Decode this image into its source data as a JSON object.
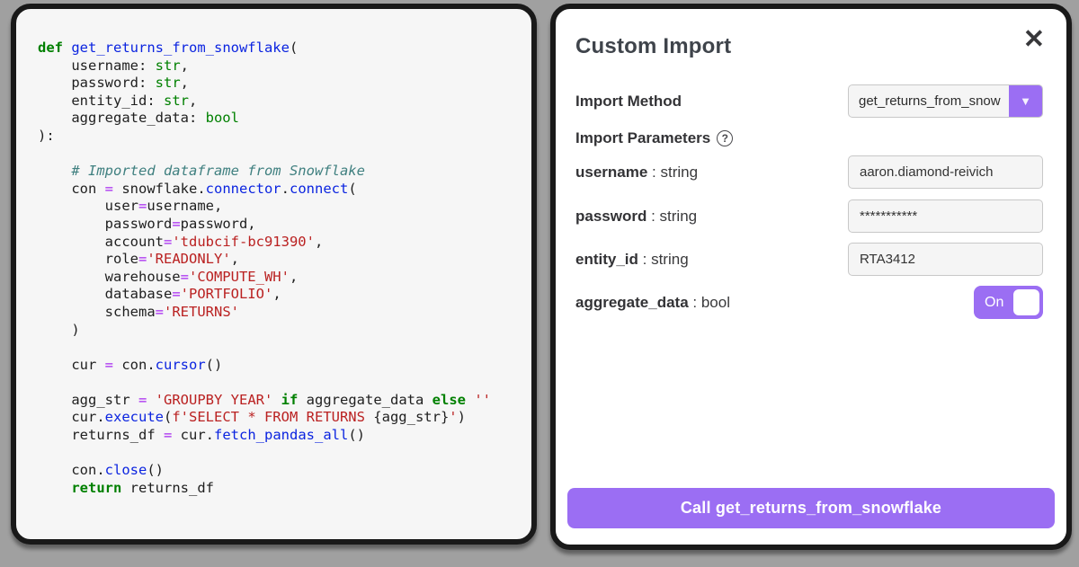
{
  "colors": {
    "accent_purple": "#9b6ef3",
    "page_background": "#a0a0a0",
    "card_border": "#191919",
    "code_keyword_green": "#008000",
    "code_function_blue": "#0b24e0",
    "code_string_red": "#ba2121",
    "code_operator_purple": "#a625f0",
    "code_comment_teal": "#408080"
  },
  "code_panel": {
    "lines": [
      [
        [
          "k",
          "def"
        ],
        [
          "p",
          " "
        ],
        [
          "f",
          "get_returns_from_snowflake"
        ],
        [
          "p",
          "("
        ]
      ],
      [
        [
          "p",
          "    username: "
        ],
        [
          "n",
          "str"
        ],
        [
          "p",
          ","
        ]
      ],
      [
        [
          "p",
          "    password: "
        ],
        [
          "n",
          "str"
        ],
        [
          "p",
          ","
        ]
      ],
      [
        [
          "p",
          "    entity_id: "
        ],
        [
          "n",
          "str"
        ],
        [
          "p",
          ","
        ]
      ],
      [
        [
          "p",
          "    aggregate_data: "
        ],
        [
          "n",
          "bool"
        ]
      ],
      [
        [
          "p",
          "):"
        ]
      ],
      [],
      [
        [
          "c",
          "    # Imported dataframe from Snowflake"
        ]
      ],
      [
        [
          "p",
          "    con "
        ],
        [
          "o",
          "="
        ],
        [
          "p",
          " snowflake."
        ],
        [
          "f",
          "connector"
        ],
        [
          "p",
          "."
        ],
        [
          "f",
          "connect"
        ],
        [
          "p",
          "("
        ]
      ],
      [
        [
          "p",
          "        user"
        ],
        [
          "o",
          "="
        ],
        [
          "p",
          "username,"
        ]
      ],
      [
        [
          "p",
          "        password"
        ],
        [
          "o",
          "="
        ],
        [
          "p",
          "password,"
        ]
      ],
      [
        [
          "p",
          "        account"
        ],
        [
          "o",
          "="
        ],
        [
          "s",
          "'tdubcif-bc91390'"
        ],
        [
          "p",
          ","
        ]
      ],
      [
        [
          "p",
          "        role"
        ],
        [
          "o",
          "="
        ],
        [
          "s",
          "'READONLY'"
        ],
        [
          "p",
          ","
        ]
      ],
      [
        [
          "p",
          "        warehouse"
        ],
        [
          "o",
          "="
        ],
        [
          "s",
          "'COMPUTE_WH'"
        ],
        [
          "p",
          ","
        ]
      ],
      [
        [
          "p",
          "        database"
        ],
        [
          "o",
          "="
        ],
        [
          "s",
          "'PORTFOLIO'"
        ],
        [
          "p",
          ","
        ]
      ],
      [
        [
          "p",
          "        schema"
        ],
        [
          "o",
          "="
        ],
        [
          "s",
          "'RETURNS'"
        ]
      ],
      [
        [
          "p",
          "    )"
        ]
      ],
      [],
      [
        [
          "p",
          "    cur "
        ],
        [
          "o",
          "="
        ],
        [
          "p",
          " con."
        ],
        [
          "f",
          "cursor"
        ],
        [
          "p",
          "()"
        ]
      ],
      [],
      [
        [
          "p",
          "    agg_str "
        ],
        [
          "o",
          "="
        ],
        [
          "p",
          " "
        ],
        [
          "s",
          "'GROUPBY YEAR'"
        ],
        [
          "p",
          " "
        ],
        [
          "k",
          "if"
        ],
        [
          "p",
          " aggregate_data "
        ],
        [
          "k",
          "else"
        ],
        [
          "p",
          " "
        ],
        [
          "s",
          "''"
        ]
      ],
      [
        [
          "p",
          "    cur."
        ],
        [
          "f",
          "execute"
        ],
        [
          "p",
          "("
        ],
        [
          "s",
          "f'SELECT * FROM RETURNS "
        ],
        [
          "p",
          "{agg_str}"
        ],
        [
          "s",
          "'"
        ],
        [
          "p",
          ")"
        ]
      ],
      [
        [
          "p",
          "    returns_df "
        ],
        [
          "o",
          "="
        ],
        [
          "p",
          " cur."
        ],
        [
          "f",
          "fetch_pandas_all"
        ],
        [
          "p",
          "()"
        ]
      ],
      [],
      [
        [
          "p",
          "    con."
        ],
        [
          "f",
          "close"
        ],
        [
          "p",
          "()"
        ]
      ],
      [
        [
          "p",
          "    "
        ],
        [
          "k",
          "return"
        ],
        [
          "p",
          " returns_df"
        ]
      ]
    ]
  },
  "dialog": {
    "title": "Custom Import",
    "close_glyph": "✕",
    "chevron_glyph": "▼",
    "help_glyph": "?",
    "type_separator": " : ",
    "import_method": {
      "label": "Import Method",
      "selected_value": "get_returns_from_snowflake",
      "displayed_value": "get_returns_from_snow"
    },
    "import_parameters_label": "Import Parameters",
    "fields": [
      {
        "name": "username",
        "type": "string",
        "value": "aaron.diamond-reivich"
      },
      {
        "name": "password",
        "type": "string",
        "value": "***********"
      },
      {
        "name": "entity_id",
        "type": "string",
        "value": "RTA3412"
      }
    ],
    "toggle_field": {
      "name": "aggregate_data",
      "type": "bool",
      "state": "On"
    },
    "call_button_label": "Call get_returns_from_snowflake"
  }
}
